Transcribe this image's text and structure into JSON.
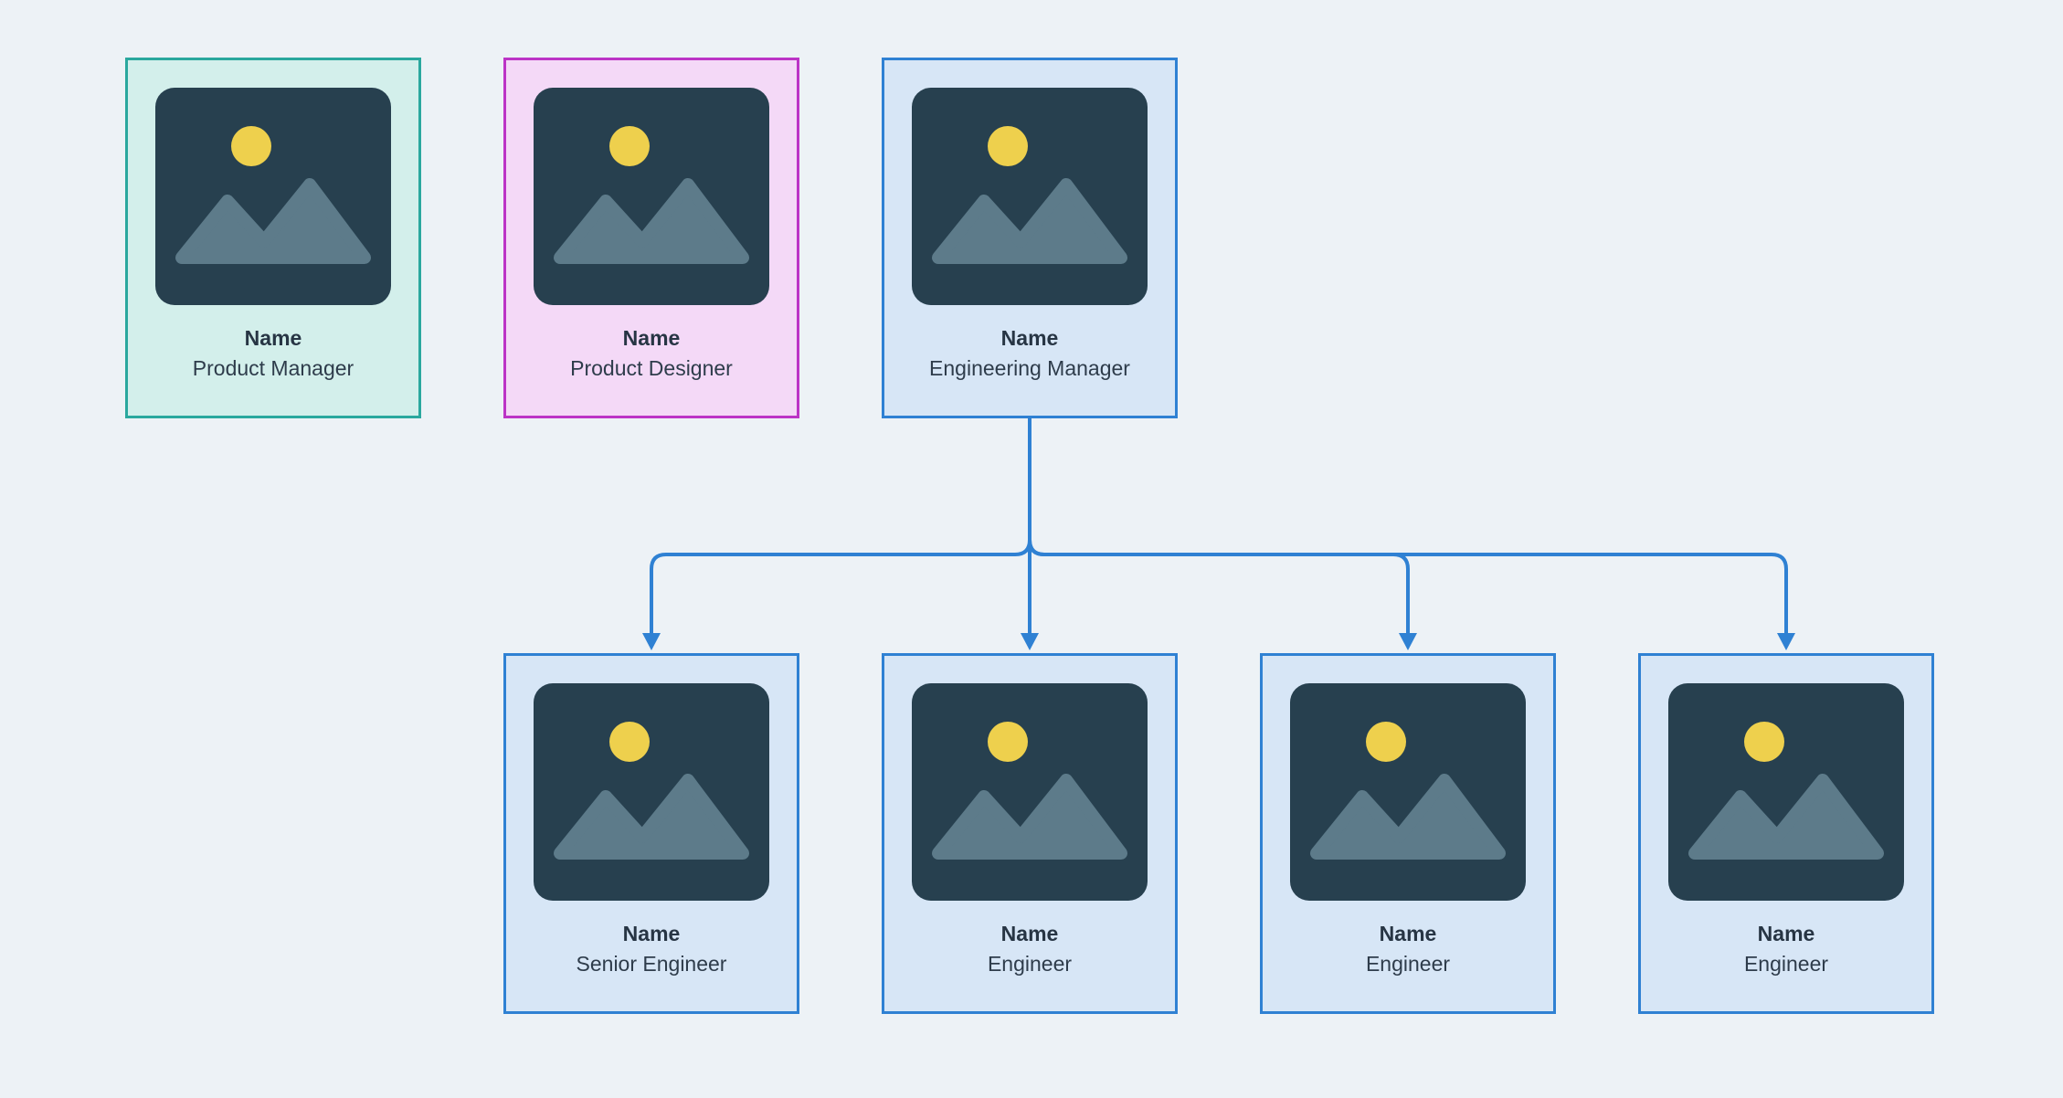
{
  "page": {
    "background_color": "#edf2f6"
  },
  "diagram": {
    "type": "org-chart",
    "connector_color": "#2f81d3",
    "icon": {
      "name": "image-placeholder",
      "frame_color": "#27404f",
      "mountain_color": "#5d7b8a",
      "sun_color": "#eed04d"
    },
    "themes": {
      "teal": {
        "fill": "#d3efeb",
        "border": "#2aa89e"
      },
      "pink": {
        "fill": "#f4d9f7",
        "border": "#bc34c6"
      },
      "blue": {
        "fill": "#d7e6f6",
        "border": "#2f81d3"
      }
    },
    "nodes": {
      "top": [
        {
          "name": "Name",
          "role": "Product Manager",
          "theme": "teal"
        },
        {
          "name": "Name",
          "role": "Product Designer",
          "theme": "pink"
        },
        {
          "name": "Name",
          "role": "Engineering Manager",
          "theme": "blue"
        }
      ],
      "reports": [
        {
          "name": "Name",
          "role": "Senior Engineer",
          "theme": "blue"
        },
        {
          "name": "Name",
          "role": "Engineer",
          "theme": "blue"
        },
        {
          "name": "Name",
          "role": "Engineer",
          "theme": "blue"
        },
        {
          "name": "Name",
          "role": "Engineer",
          "theme": "blue"
        }
      ]
    },
    "edges": [
      {
        "from": "Engineering Manager",
        "to": "Senior Engineer"
      },
      {
        "from": "Engineering Manager",
        "to": "Engineer"
      },
      {
        "from": "Engineering Manager",
        "to": "Engineer"
      },
      {
        "from": "Engineering Manager",
        "to": "Engineer"
      }
    ]
  }
}
